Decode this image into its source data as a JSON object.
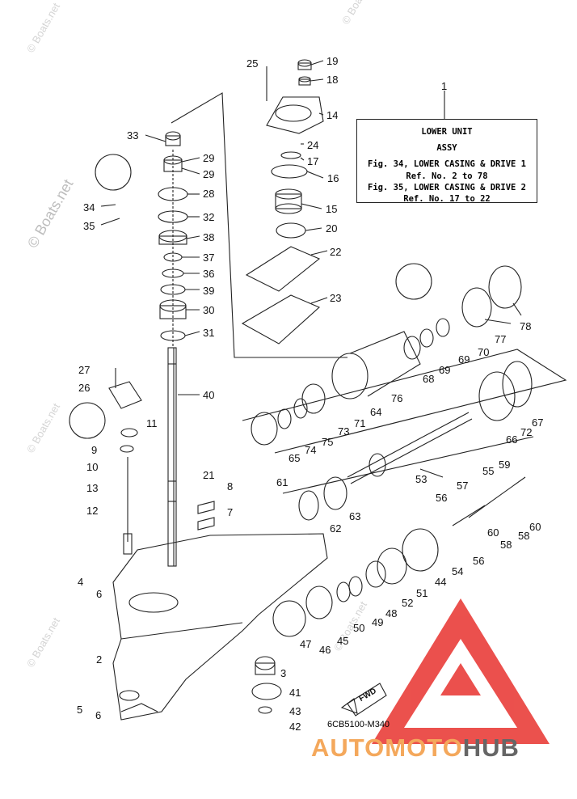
{
  "info_box": {
    "line1": "LOWER UNIT",
    "line2": "ASSY",
    "line3": "Fig. 34, LOWER CASING & DRIVE 1",
    "line4": "Ref. No. 2 to 78",
    "line5": "Fig. 35, LOWER CASING & DRIVE 2",
    "line6": "Ref. No. 17 to 22"
  },
  "box_ref": "1",
  "diagram_code": "6CB5100-M340",
  "fwd_label": "FWD",
  "watermark": "© Boats.net",
  "brand": {
    "part1": "AUTO",
    "part2": "MOTO",
    "part3": "HUB"
  },
  "colors": {
    "brand_orange": "#f4a85c",
    "brand_gray": "#666666",
    "logo_red": "#e8322e"
  },
  "callouts": [
    {
      "id": "c25",
      "text": "25"
    },
    {
      "id": "c19",
      "text": "19"
    },
    {
      "id": "c18",
      "text": "18"
    },
    {
      "id": "c14",
      "text": "14"
    },
    {
      "id": "c24",
      "text": "24"
    },
    {
      "id": "c17",
      "text": "17"
    },
    {
      "id": "c16",
      "text": "16"
    },
    {
      "id": "c15",
      "text": "15"
    },
    {
      "id": "c20",
      "text": "20"
    },
    {
      "id": "c22",
      "text": "22"
    },
    {
      "id": "c23",
      "text": "23"
    },
    {
      "id": "c33",
      "text": "33"
    },
    {
      "id": "c29a",
      "text": "29"
    },
    {
      "id": "c29b",
      "text": "29"
    },
    {
      "id": "c28",
      "text": "28"
    },
    {
      "id": "c34",
      "text": "34"
    },
    {
      "id": "c32",
      "text": "32"
    },
    {
      "id": "c35",
      "text": "35"
    },
    {
      "id": "c38",
      "text": "38"
    },
    {
      "id": "c37",
      "text": "37"
    },
    {
      "id": "c36",
      "text": "36"
    },
    {
      "id": "c39",
      "text": "39"
    },
    {
      "id": "c30",
      "text": "30"
    },
    {
      "id": "c31",
      "text": "31"
    },
    {
      "id": "c40",
      "text": "40"
    },
    {
      "id": "c27",
      "text": "27"
    },
    {
      "id": "c26",
      "text": "26"
    },
    {
      "id": "c11",
      "text": "11"
    },
    {
      "id": "c9",
      "text": "9"
    },
    {
      "id": "c10",
      "text": "10"
    },
    {
      "id": "c21",
      "text": "21"
    },
    {
      "id": "c13",
      "text": "13"
    },
    {
      "id": "c8",
      "text": "8"
    },
    {
      "id": "c7",
      "text": "7"
    },
    {
      "id": "c12",
      "text": "12"
    },
    {
      "id": "c4",
      "text": "4"
    },
    {
      "id": "c6a",
      "text": "6"
    },
    {
      "id": "c2",
      "text": "2"
    },
    {
      "id": "c5",
      "text": "5"
    },
    {
      "id": "c6b",
      "text": "6"
    },
    {
      "id": "c3",
      "text": "3"
    },
    {
      "id": "c41",
      "text": "41"
    },
    {
      "id": "c43",
      "text": "43"
    },
    {
      "id": "c42",
      "text": "42"
    },
    {
      "id": "c47",
      "text": "47"
    },
    {
      "id": "c46",
      "text": "46"
    },
    {
      "id": "c45",
      "text": "45"
    },
    {
      "id": "c50",
      "text": "50"
    },
    {
      "id": "c49",
      "text": "49"
    },
    {
      "id": "c48",
      "text": "48"
    },
    {
      "id": "c52",
      "text": "52"
    },
    {
      "id": "c51",
      "text": "51"
    },
    {
      "id": "c44",
      "text": "44"
    },
    {
      "id": "c54",
      "text": "54"
    },
    {
      "id": "c56a",
      "text": "56"
    },
    {
      "id": "c56b",
      "text": "56"
    },
    {
      "id": "c57",
      "text": "57"
    },
    {
      "id": "c55",
      "text": "55"
    },
    {
      "id": "c59",
      "text": "59"
    },
    {
      "id": "c60a",
      "text": "60"
    },
    {
      "id": "c58a",
      "text": "58"
    },
    {
      "id": "c58b",
      "text": "58"
    },
    {
      "id": "c60b",
      "text": "60"
    },
    {
      "id": "c53",
      "text": "53"
    },
    {
      "id": "c61",
      "text": "61"
    },
    {
      "id": "c63",
      "text": "63"
    },
    {
      "id": "c62",
      "text": "62"
    },
    {
      "id": "c65",
      "text": "65"
    },
    {
      "id": "c74",
      "text": "74"
    },
    {
      "id": "c75",
      "text": "75"
    },
    {
      "id": "c73",
      "text": "73"
    },
    {
      "id": "c71",
      "text": "71"
    },
    {
      "id": "c64",
      "text": "64"
    },
    {
      "id": "c76",
      "text": "76"
    },
    {
      "id": "c68",
      "text": "68"
    },
    {
      "id": "c69a",
      "text": "69"
    },
    {
      "id": "c69b",
      "text": "69"
    },
    {
      "id": "c70",
      "text": "70"
    },
    {
      "id": "c77",
      "text": "77"
    },
    {
      "id": "c78",
      "text": "78"
    },
    {
      "id": "c66",
      "text": "66"
    },
    {
      "id": "c72",
      "text": "72"
    },
    {
      "id": "c67",
      "text": "67"
    }
  ]
}
